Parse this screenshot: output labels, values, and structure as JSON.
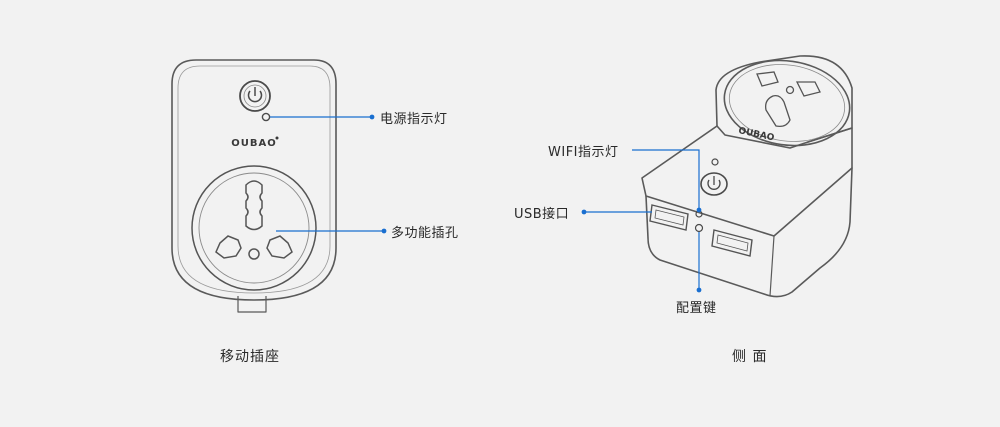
{
  "front_view": {
    "brand_logo_text": "OUBAO",
    "callouts": {
      "power_indicator": "电源指示灯",
      "multi_socket": "多功能插孔"
    },
    "caption": "移动插座"
  },
  "side_view": {
    "brand_logo_text": "OUBAO",
    "callouts": {
      "wifi_indicator": "WIFI指示灯",
      "usb_port": "USB接口",
      "config_key": "配置键"
    },
    "caption": "侧 面"
  },
  "colors": {
    "callout_line": "#1a6fd0",
    "outline": "#5a5a5a",
    "background": "#f2f2f2"
  }
}
